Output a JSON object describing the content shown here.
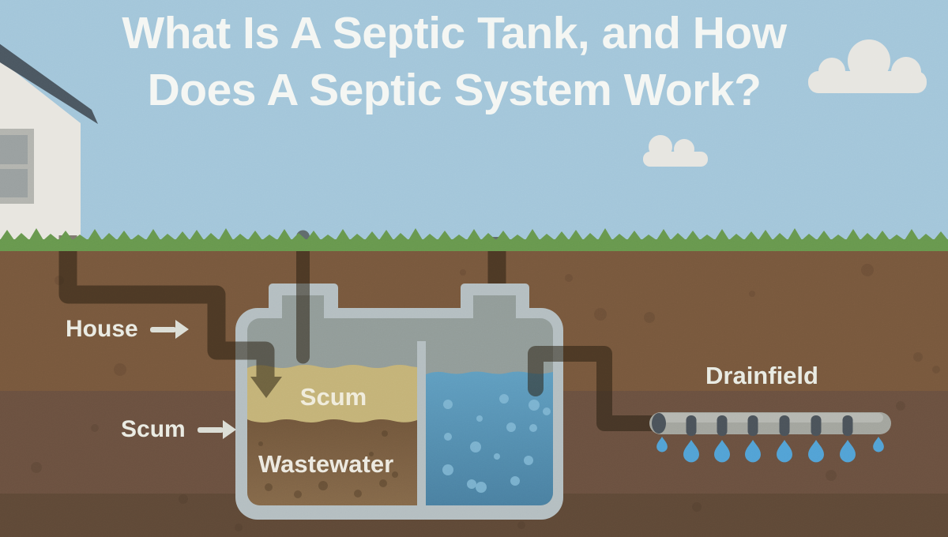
{
  "infographic": {
    "title": {
      "line1": "What Is A Septic Tank, and How",
      "line2": "Does A Septic System Work?"
    },
    "callouts": {
      "house": {
        "label": "House",
        "icon": "arrow-right-icon"
      },
      "scum": {
        "label": "Scum",
        "icon": "arrow-right-icon"
      },
      "drainfield": {
        "label": "Drainfield"
      }
    },
    "tank": {
      "scum_label": "Scum",
      "wastewater_label": "Wastewater",
      "inlet_icon": "arrow-down-icon"
    },
    "colors": {
      "sky": "#a3c6da",
      "cloud": "#e7e6e1",
      "grass": "#68984e",
      "soil_top": "#78583d",
      "soil_middle": "#6b5140",
      "soil_bottom": "#5f4937",
      "tank_shell": "#b4bec1",
      "tank_headspace": "#929c99",
      "scum_layer": "#c4b378",
      "wastewater_top": "#6d5238",
      "wastewater_bottom": "#85694a",
      "effluent_water_top": "#609ec0",
      "effluent_water_bottom": "#4a80a1",
      "pipe": "rgba(42,33,18,0.55)",
      "drainfield_pipe": "#a3a59e",
      "nozzle": "#4b535a",
      "water_drop": "#52a2d5",
      "house_wall": "#e8e6e0",
      "house_roof": "#4b5761",
      "title_text": "#f4f6f3"
    }
  }
}
